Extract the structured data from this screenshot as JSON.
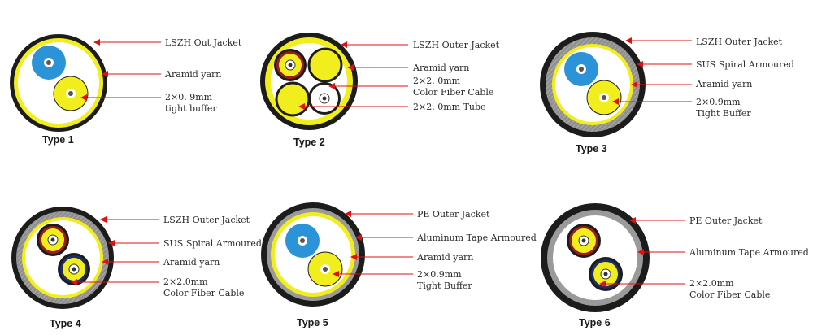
{
  "colors": {
    "jacket_black": "#1c1c1c",
    "armour_grey": "#8f8f8f",
    "aramid_yellow": "#f2ee1e",
    "blue_unit": "#2b93d8",
    "red_ring": "#9b1b1b",
    "navy_ring": "#1d2c6b",
    "arrow_red": "#e01010",
    "text": "#2b2b2b"
  },
  "cables": [
    {
      "title": "Type 1",
      "labels": [
        "LSZH Out Jacket",
        "Aramid yarn",
        "2×0. 9mm",
        "tight buffer"
      ]
    },
    {
      "title": "Type  2",
      "labels": [
        "LSZH Outer Jacket",
        "Aramid yarn",
        "2×2. 0mm",
        "Color Fiber Cable",
        "2×2. 0mm Tube"
      ]
    },
    {
      "title": "Type 3",
      "labels": [
        "LSZH Outer Jacket",
        "SUS Spiral Armoured",
        "Aramid yarn",
        "2×0.9mm",
        "Tight Buffer"
      ]
    },
    {
      "title": "Type 4",
      "labels": [
        "LSZH Outer Jacket",
        "SUS Spiral Armoured",
        "Aramid yarn",
        "2×2.0mm",
        "Color Fiber Cable"
      ]
    },
    {
      "title": "Type 5",
      "labels": [
        "PE Outer Jacket",
        "Aluminum Tape Armoured",
        "Aramid yarn",
        "2×0.9mm",
        "Tight Buffer"
      ]
    },
    {
      "title": "Type 6",
      "labels": [
        "PE Outer Jacket",
        "Aluminum Tape Armoured",
        "2×2.0mm",
        "Color Fiber Cable"
      ]
    }
  ]
}
